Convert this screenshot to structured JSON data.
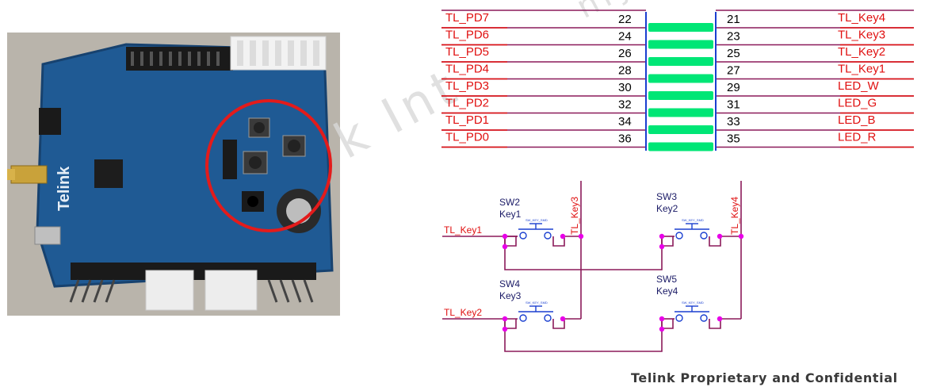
{
  "board_photo": {
    "brand": "Telink",
    "colors": {
      "pcb": "#1f5a94",
      "pcb_dark": "#17426f",
      "highlight_circle": "#e31b1b",
      "background": "#b9b4ab"
    }
  },
  "watermark": {
    "text_bottom": "k  Int",
    "text_top": "nly"
  },
  "connector": {
    "left_signals": [
      "TL_PD7",
      "TL_PD6",
      "TL_PD5",
      "TL_PD4",
      "TL_PD3",
      "TL_PD2",
      "TL_PD1",
      "TL_PD0"
    ],
    "left_pins": [
      "22",
      "24",
      "26",
      "28",
      "30",
      "32",
      "34",
      "36"
    ],
    "right_pins": [
      "21",
      "23",
      "25",
      "27",
      "29",
      "31",
      "33",
      "35"
    ],
    "right_signals": [
      "TL_Key4",
      "TL_Key3",
      "TL_Key2",
      "TL_Key1",
      "LED_W",
      "LED_G",
      "LED_B",
      "LED_R"
    ],
    "colors": {
      "net_text": "#e01010",
      "wire": "#8b1a5a",
      "pin_bar": "#00e676",
      "body_line": "#1a3fd0"
    }
  },
  "switch_matrix": {
    "switches": [
      {
        "ref": "SW2",
        "value": "Key1",
        "footprint": "SW_KEY_SMD"
      },
      {
        "ref": "SW3",
        "value": "Key2",
        "footprint": "SW_KEY_SMD"
      },
      {
        "ref": "SW4",
        "value": "Key3",
        "footprint": "SW_KEY_SMD"
      },
      {
        "ref": "SW5",
        "value": "Key4",
        "footprint": "SW_KEY_SMD"
      }
    ],
    "net_labels": [
      "TL_Key1",
      "TL_Key2",
      "TL_Key3",
      "TL_Key4"
    ],
    "colors": {
      "wire": "#8b1a5a",
      "symbol": "#1a3fd0",
      "junction": "#e800e8",
      "label": "#e01010"
    }
  },
  "footer": {
    "text": "Telink Proprietary and Confidential"
  }
}
